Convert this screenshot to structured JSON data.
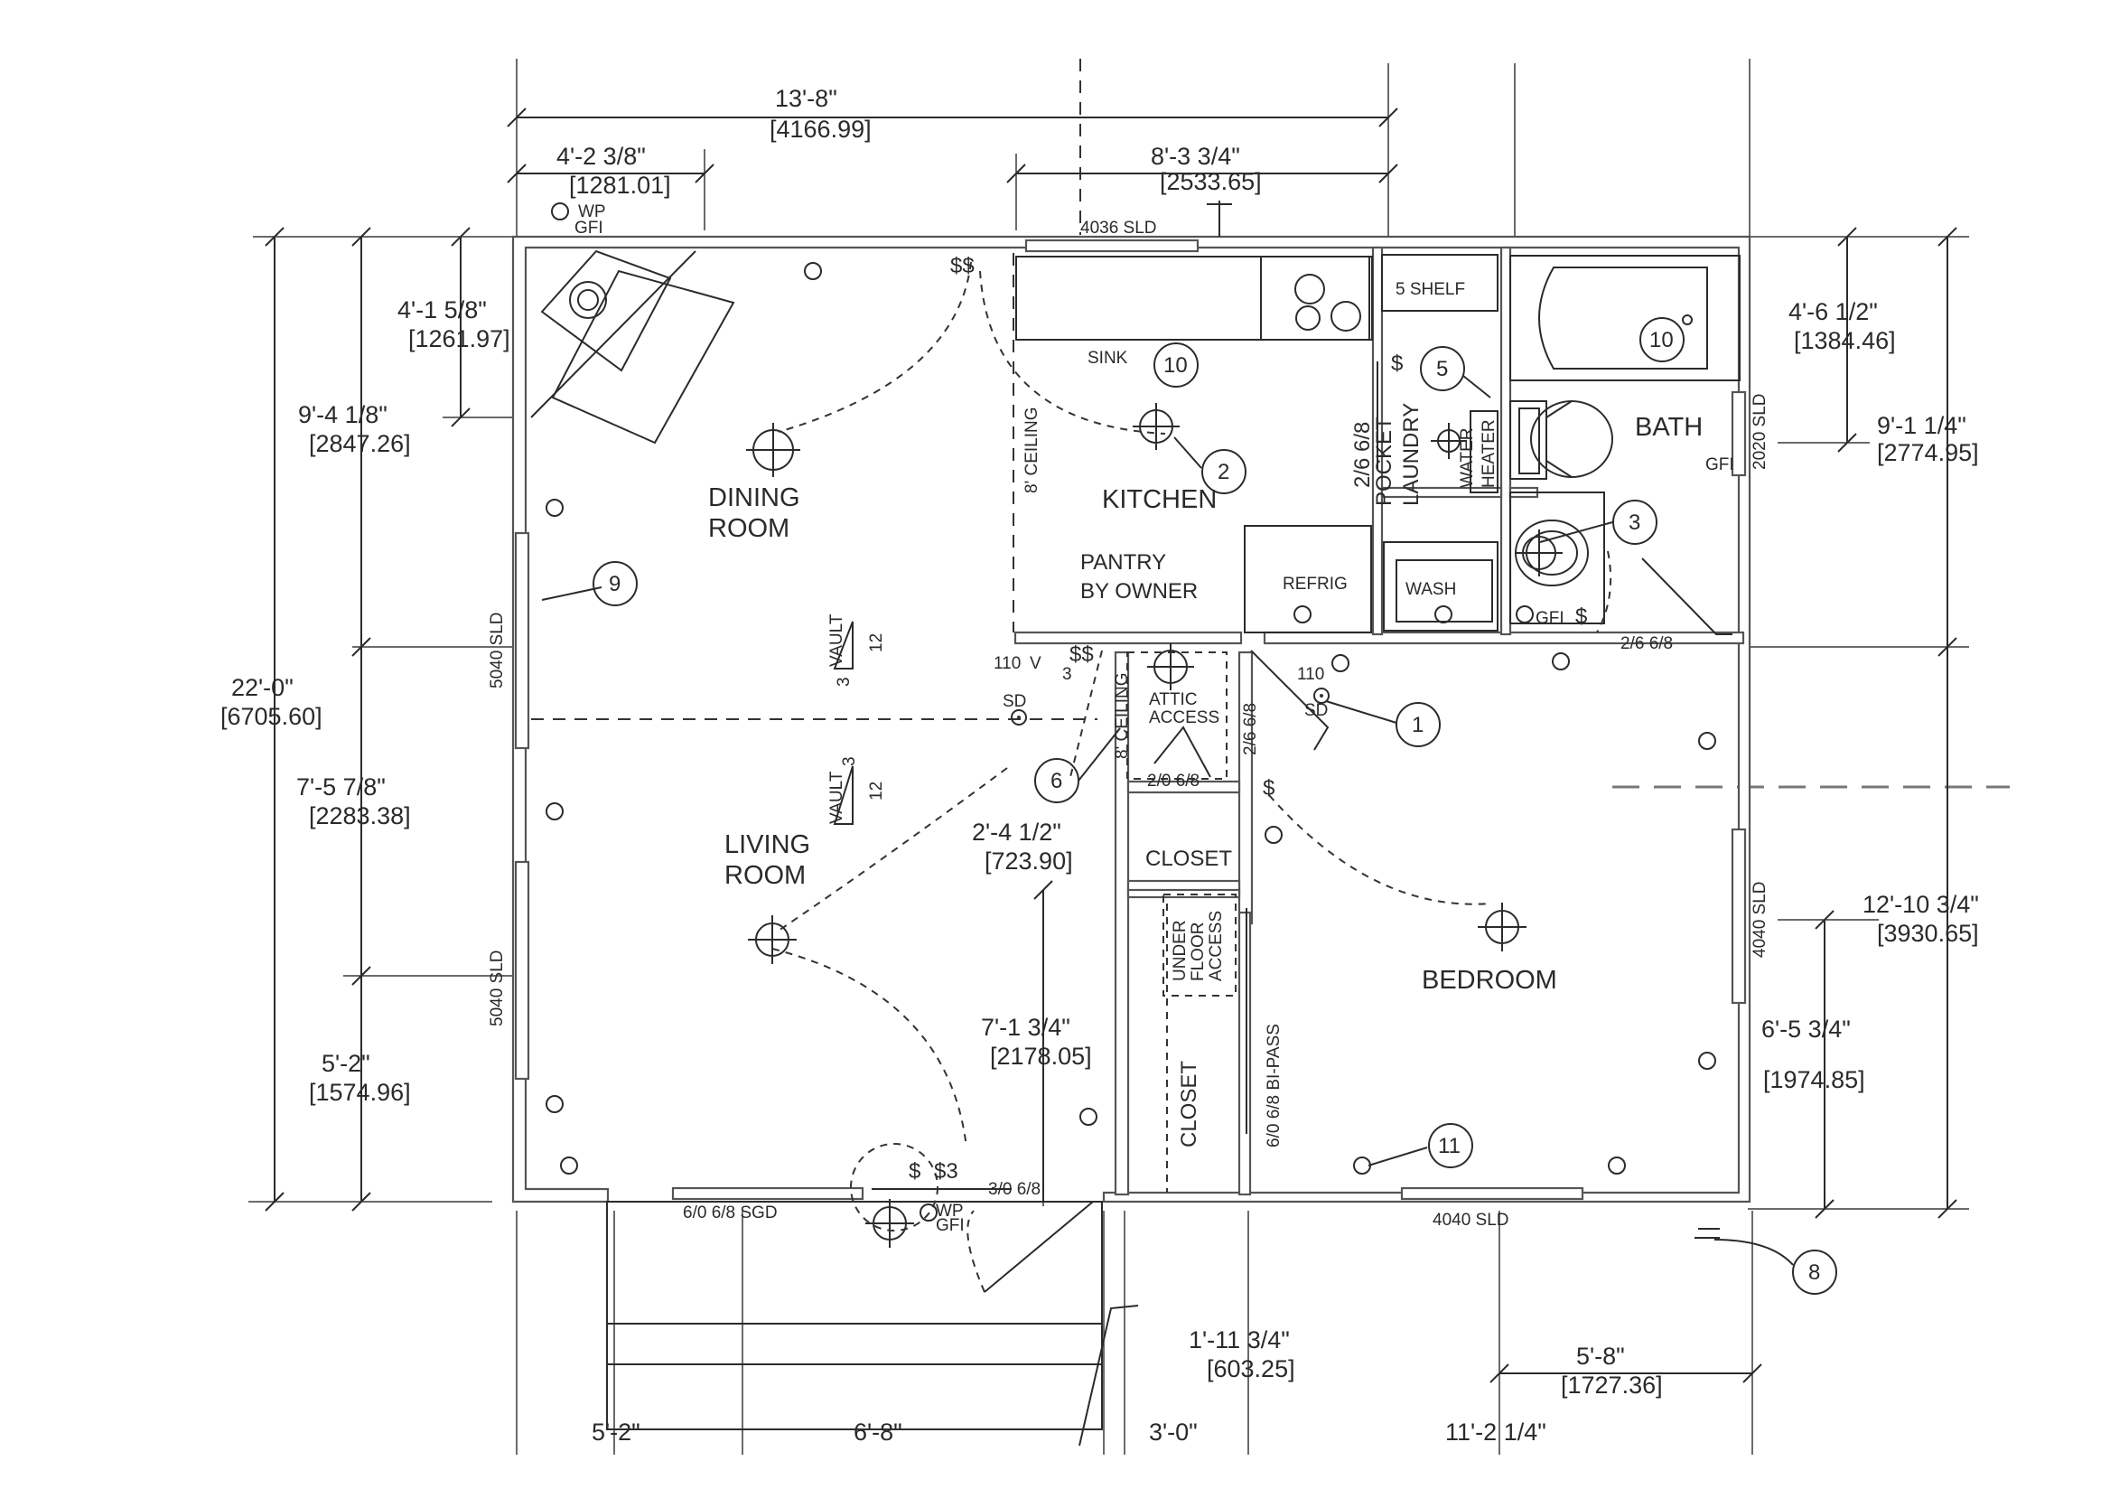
{
  "dimensions": {
    "overall_width": {
      "ft": "13'-8\"",
      "mm": "[4166.99]"
    },
    "top_left": {
      "ft": "4'-2 3/8\"",
      "mm": "[1281.01]"
    },
    "top_kitchen": {
      "ft": "8'-3 3/4\"",
      "mm": "[2533.65]"
    },
    "left_upper": {
      "ft": "4'-1 5/8\"",
      "mm": "[1261.97]"
    },
    "left_dining": {
      "ft": "9'-4 1/8\"",
      "mm": "[2847.26]"
    },
    "overall_depth": {
      "ft": "22'-0\"",
      "mm": "[6705.60]"
    },
    "left_mid": {
      "ft": "7'-5 7/8\"",
      "mm": "[2283.38]"
    },
    "left_lower": {
      "ft": "5'-2\"",
      "mm": "[1574.96]"
    },
    "right_bath_upper": {
      "ft": "4'-6 1/2\"",
      "mm": "[1384.46]"
    },
    "right_bath": {
      "ft": "9'-1 1/4\"",
      "mm": "[2774.95]"
    },
    "right_bedroom": {
      "ft": "12'-10 3/4\"",
      "mm": "[3930.65]"
    },
    "right_bedroom_lower": {
      "ft": "6'-5 3/4\"",
      "mm": "[1974.85]"
    },
    "hall": {
      "ft": "2'-4 1/2\"",
      "mm": "[723.90]"
    },
    "living_depth": {
      "ft": "7'-1 3/4\"",
      "mm": "[2178.05]"
    },
    "stair": {
      "ft": "1'-11 3/4\"",
      "mm": "[603.25]"
    },
    "bedroom_bottom": {
      "ft": "5'-8\"",
      "mm": "[1727.36]"
    },
    "bottom_1": "5'-2\"",
    "bottom_2": "6'-8\"",
    "bottom_3": "3'-0\"",
    "bottom_4": "11'-2 1/4\""
  },
  "rooms": {
    "dining": [
      "DINING",
      "ROOM"
    ],
    "kitchen": "KITCHEN",
    "pantry": [
      "PANTRY",
      "BY OWNER"
    ],
    "living": [
      "LIVING",
      "ROOM"
    ],
    "bedroom": "BEDROOM",
    "bath": "BATH",
    "closet_small": "CLOSET",
    "closet_large": "CLOSET"
  },
  "labels": {
    "shelf": "5 SHELF",
    "sink": "SINK",
    "refrig": "REFRIG",
    "wash": "WASH",
    "pocket": "POCKET",
    "laundry": "LAUNDRY",
    "water": "WATER",
    "heater": "HEATER",
    "pocket_door": "2/6 6/8",
    "ceiling_kitchen": "8' CEILING",
    "ceiling_hall": "8' CEILING",
    "attic_1": "ATTIC",
    "attic_2": "ACCESS",
    "under_1": "UNDER",
    "under_2": "FLOOR",
    "under_3": "ACCESS",
    "bipass": "6/0 6/8 BI-PASS",
    "vault_label": "VAULT",
    "vault_rise": "3",
    "vault_run": "12",
    "door_bath": "2/6 6/8",
    "door_bed": "2/6 6/8",
    "door_closet": "2/0 6/8",
    "door_entry": "3/0 6/8",
    "sgd": "6/0 6/8 SGD",
    "win_top": "4036 SLD",
    "win_left1": "5040 SLD",
    "win_left2": "5040 SLD",
    "win_bath": "2020 SLD",
    "win_bed_side": "4040 SLD",
    "win_bed_bottom": "4040 SLD",
    "wp": "WP",
    "gfi": "GFI",
    "sd": "SD",
    "v110": "110",
    "v": "V",
    "s": "$",
    "ss": "$$",
    "s3": "$3",
    "s3small": "3"
  },
  "callouts": [
    "1",
    "2",
    "3",
    "5",
    "6",
    "8",
    "9",
    "10",
    "10",
    "11"
  ]
}
